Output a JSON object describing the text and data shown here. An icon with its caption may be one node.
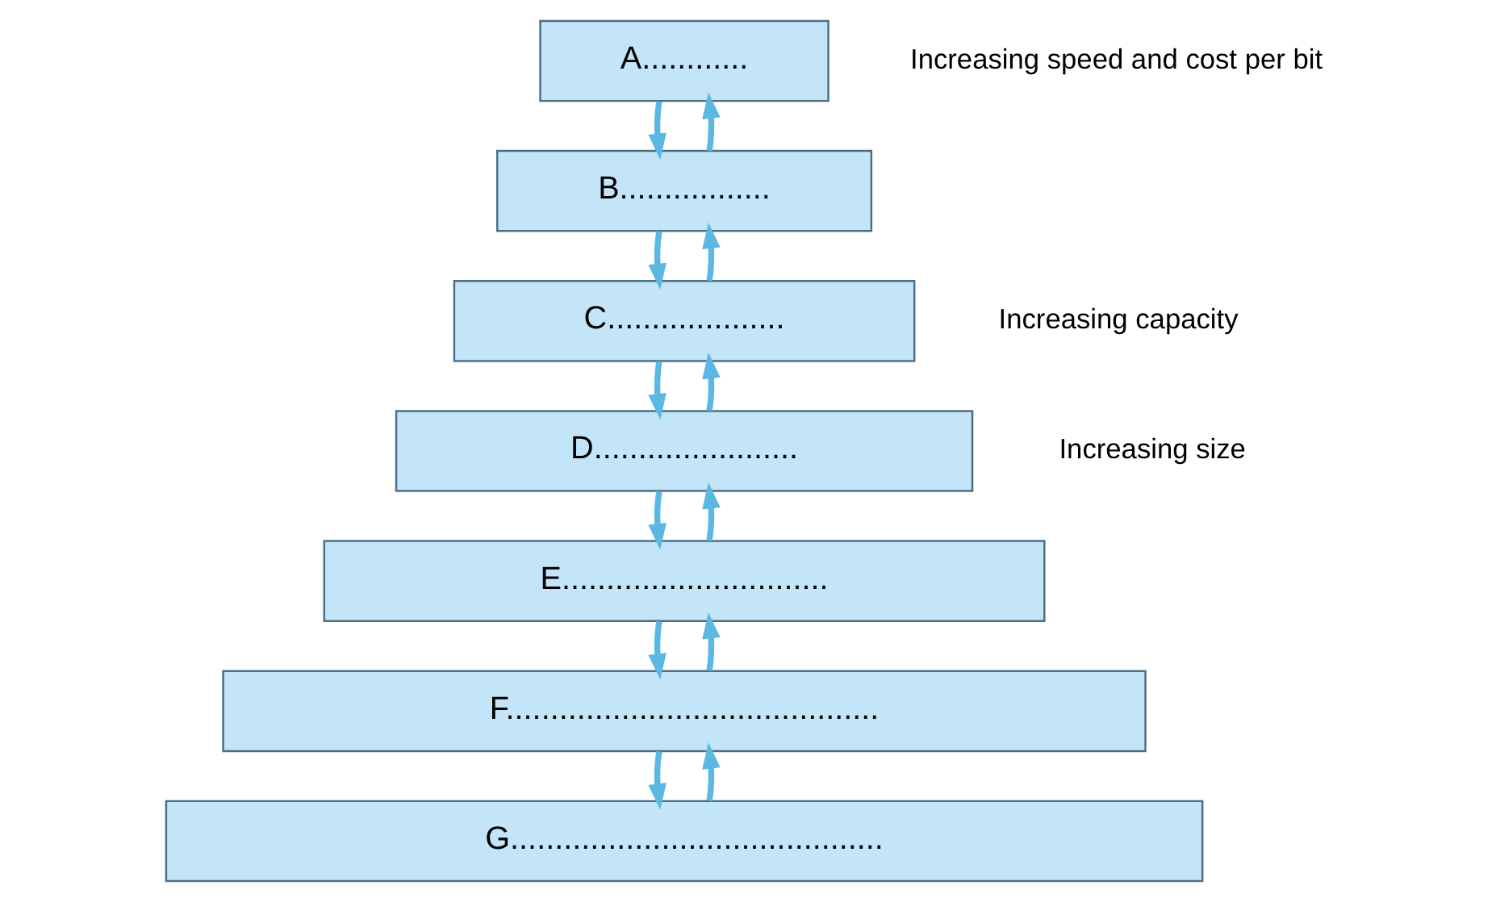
{
  "diagram": {
    "nodes": [
      {
        "text": [
          "A............"
        ]
      },
      {
        "text": [
          "B................."
        ]
      },
      {
        "text": [
          "C...................."
        ]
      },
      {
        "text": [
          "D......................."
        ]
      },
      {
        "text": [
          "E.............................."
        ]
      },
      {
        "text": [
          "F.........................................."
        ]
      },
      {
        "text": [
          "G.........................................."
        ]
      }
    ],
    "edges": [
      {
        "from": 1,
        "to": 0,
        "arrow": "to"
      },
      {
        "from": 0,
        "to": 1,
        "arrow": "to"
      },
      {
        "from": 2,
        "to": 1,
        "arrow": "to"
      },
      {
        "from": 1,
        "to": 2,
        "arrow": "to"
      },
      {
        "from": 3,
        "to": 2,
        "arrow": "to"
      },
      {
        "from": 2,
        "to": 3,
        "arrow": "to"
      },
      {
        "from": 4,
        "to": 3,
        "arrow": "to"
      },
      {
        "from": 3,
        "to": 4,
        "arrow": "to"
      },
      {
        "from": 5,
        "to": 4,
        "arrow": "to"
      },
      {
        "from": 4,
        "to": 5,
        "arrow": "to"
      },
      {
        "from": 6,
        "to": 5,
        "arrow": "to"
      },
      {
        "from": 5,
        "to": 6,
        "arrow": "to"
      }
    ],
    "labels": [
      "Increasing speed and cost per bit",
      "Increasing size",
      "Increasing capacity"
    ]
  }
}
